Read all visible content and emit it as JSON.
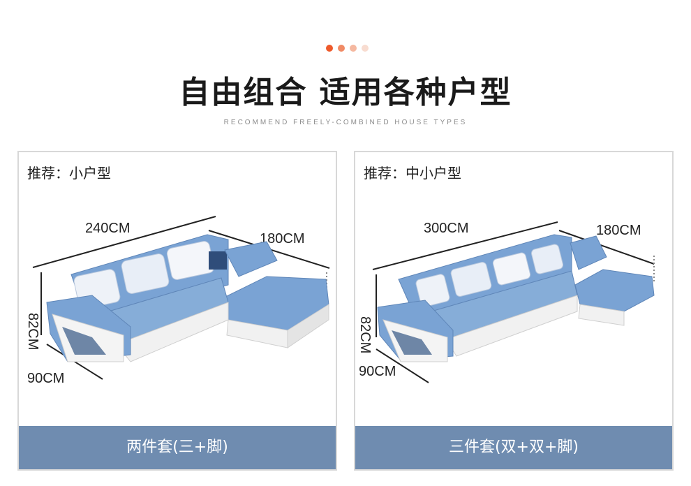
{
  "header": {
    "title": "自由组合  适用各种户型",
    "subtitle": "RECOMMEND FREELY-COMBINED HOUSE TYPES",
    "dot_colors": [
      "#ee5a2b",
      "#f08a65",
      "#f5b8a0",
      "#f8dcd0"
    ]
  },
  "cards": [
    {
      "recommend": "推荐：小户型",
      "dims": {
        "length": "240CM",
        "depth_side": "180CM",
        "height": "82CM",
        "depth": "90CM"
      },
      "footer": "两件套(三+脚)"
    },
    {
      "recommend": "推荐：中小户型",
      "dims": {
        "length": "300CM",
        "depth_side": "180CM",
        "height": "82CM",
        "depth": "90CM"
      },
      "footer": "三件套(双+双+脚)"
    }
  ],
  "colors": {
    "footer_bg": "#6f8cb0",
    "sofa_blue": "#7aa3d4",
    "sofa_white": "#f1f1f1"
  }
}
